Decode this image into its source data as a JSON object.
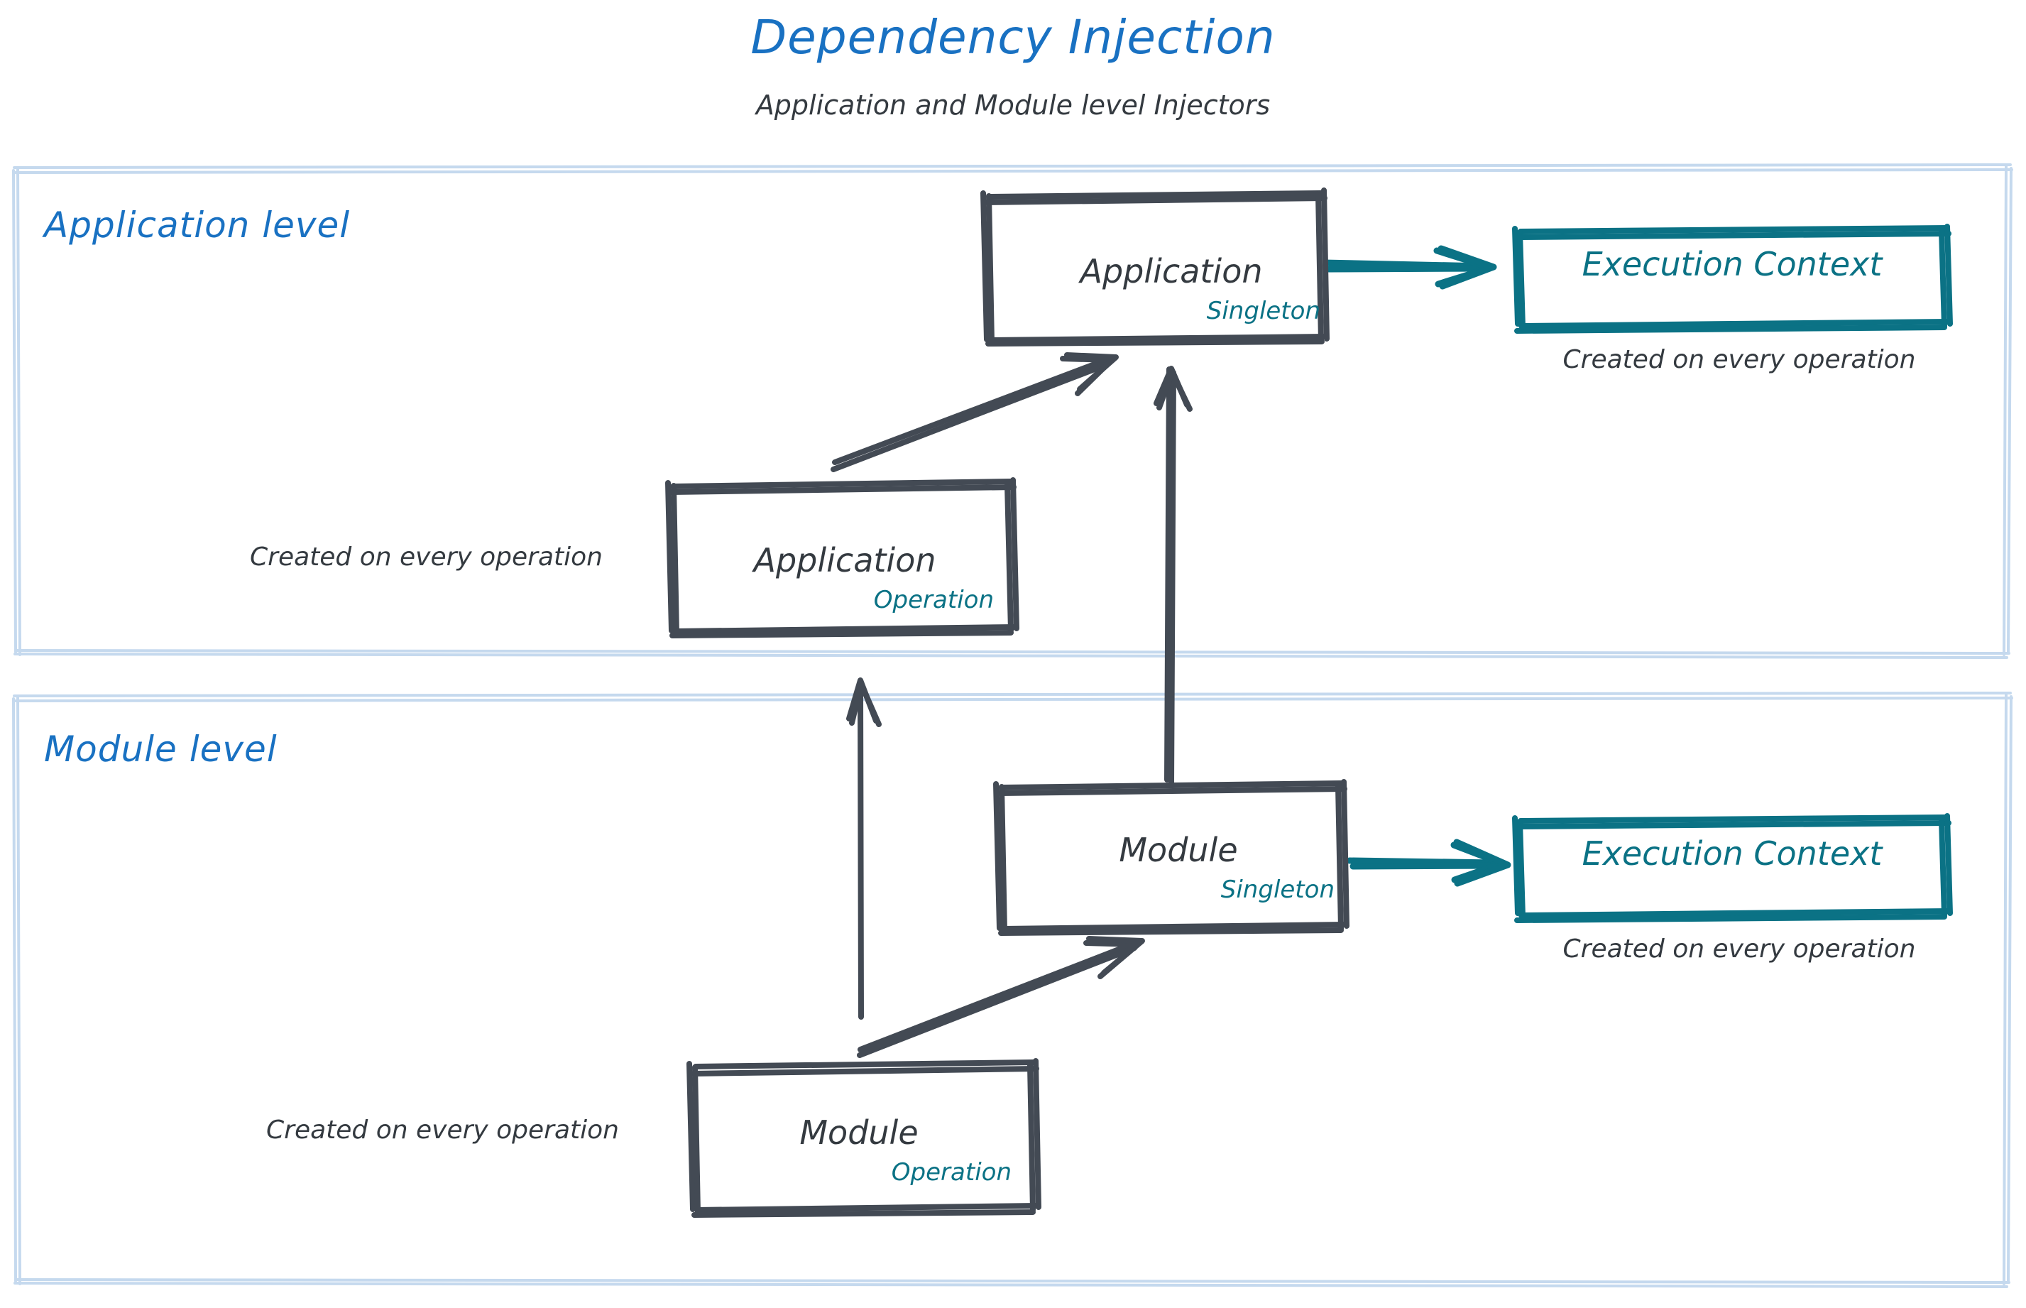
{
  "header": {
    "title": "Dependency Injection",
    "subtitle": "Application and Module level Injectors"
  },
  "colors": {
    "title_blue": "#1971c2",
    "section_border": "#c5d9ee",
    "node_stroke": "#434a54",
    "node_text": "#343a40",
    "accent_teal": "#0b7285",
    "background": "#ffffff"
  },
  "sections": [
    {
      "id": "application-level",
      "label": "Application level",
      "nodes": [
        {
          "id": "application-singleton",
          "title": "Application",
          "scope": "Singleton",
          "style": "dark"
        },
        {
          "id": "application-operation",
          "title": "Application",
          "scope": "Operation",
          "style": "dark",
          "caption": "Created on every operation"
        },
        {
          "id": "execution-context-application",
          "title": "Execution Context",
          "style": "teal",
          "caption": "Created on every operation"
        }
      ]
    },
    {
      "id": "module-level",
      "label": "Module level",
      "nodes": [
        {
          "id": "module-singleton",
          "title": "Module",
          "scope": "Singleton",
          "style": "dark"
        },
        {
          "id": "module-operation",
          "title": "Module",
          "scope": "Operation",
          "style": "dark",
          "caption": "Created on every operation"
        },
        {
          "id": "execution-context-module",
          "title": "Execution Context",
          "style": "teal",
          "caption": "Created on every operation"
        }
      ]
    }
  ],
  "edges": [
    {
      "id": "app-singleton-to-ec",
      "from": "application-singleton",
      "to": "execution-context-application",
      "style": "teal-arrow"
    },
    {
      "id": "app-operation-to-app-singleton",
      "from": "application-operation",
      "to": "application-singleton",
      "style": "dark-double-arrow"
    },
    {
      "id": "module-singleton-to-app-singleton",
      "from": "module-singleton",
      "to": "application-singleton",
      "style": "dark-double-arrow"
    },
    {
      "id": "module-singleton-to-ec",
      "from": "module-singleton",
      "to": "execution-context-module",
      "style": "teal-arrow"
    },
    {
      "id": "module-operation-to-module-singleton",
      "from": "module-operation",
      "to": "module-singleton",
      "style": "dark-double-arrow"
    },
    {
      "id": "module-operation-to-app-operation",
      "from": "module-operation",
      "to": "application-operation",
      "style": "dark-arrow"
    }
  ]
}
